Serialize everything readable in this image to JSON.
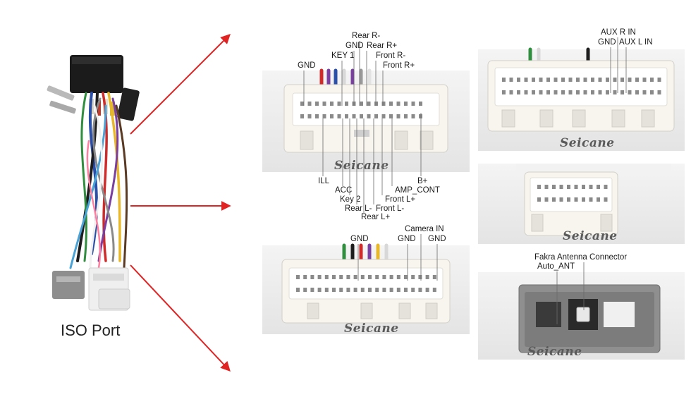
{
  "harness": {
    "label": "ISO Port"
  },
  "brand": "Seicane",
  "panels": {
    "main": {
      "top_labels": [
        "GND",
        "KEY 1",
        "GND",
        "Rear R-",
        "Rear R+",
        "Front R-",
        "Front R+"
      ],
      "bottom_labels": [
        "ILL",
        "ACC",
        "Key 2",
        "Rear L-",
        "Rear L+",
        "Front L-",
        "Front L+",
        "AMP_CONT",
        "B+"
      ]
    },
    "camera": {
      "labels": [
        "GND",
        "GND",
        "Camera IN",
        "GND"
      ]
    },
    "aux": {
      "labels": [
        "AUX R IN",
        "GND",
        "AUX L IN"
      ]
    },
    "antenna": {
      "labels": [
        "Fakra Antenna Connector",
        "Auto_ANT"
      ]
    }
  },
  "colors": {
    "arrow": "#e02424",
    "housing": "#f7f5ee",
    "panel_bg": "#eeeeee"
  }
}
